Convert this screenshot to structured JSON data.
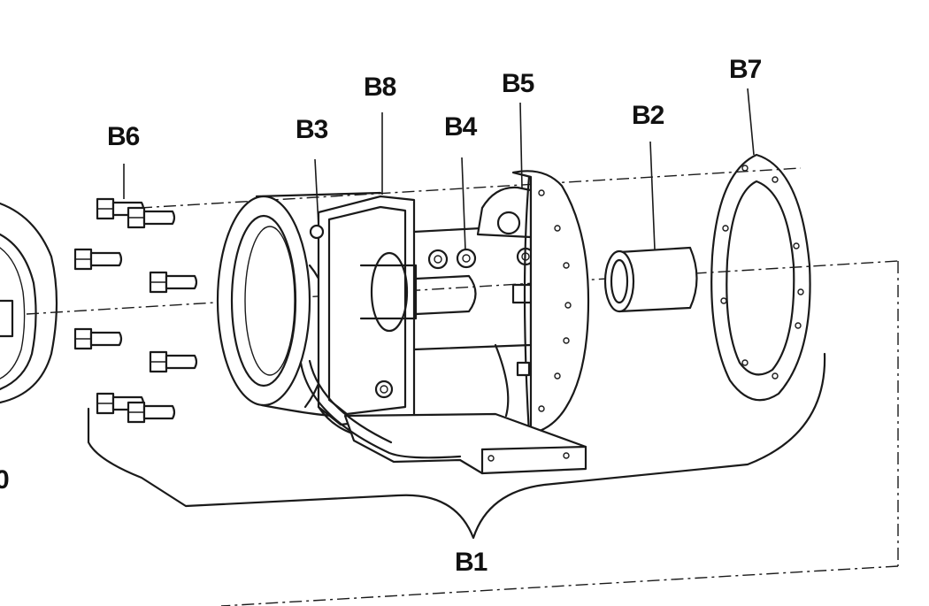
{
  "labels": {
    "b6": "B6",
    "b3": "B3",
    "b8": "B8",
    "b4": "B4",
    "b5": "B5",
    "b2": "B2",
    "b7": "B7",
    "b1": "B1",
    "b10_partial": "0"
  },
  "colors": {
    "ink": "#1a1a1a",
    "background": "#ffffff"
  }
}
